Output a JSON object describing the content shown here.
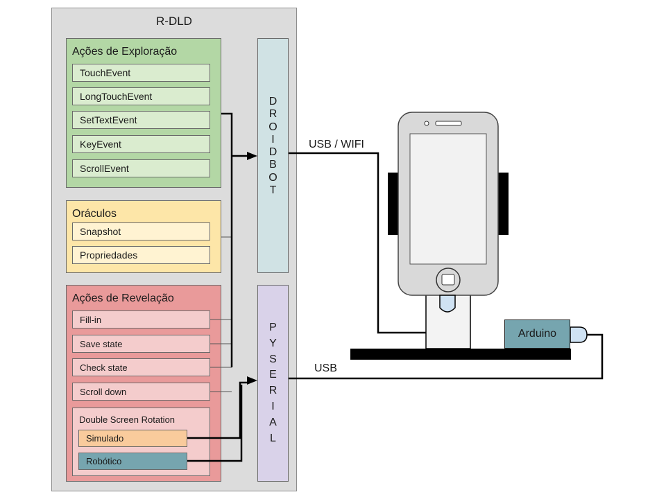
{
  "title": "R-DLD",
  "exploration": {
    "title": "Ações de Exploração",
    "items": [
      "TouchEvent",
      "LongTouchEvent",
      "SetTextEvent",
      "KeyEvent",
      "ScrollEvent"
    ]
  },
  "oracles": {
    "title": "Oráculos",
    "items": [
      "Snapshot",
      "Propriedades"
    ]
  },
  "revelation": {
    "title": "Ações de Revelação",
    "items": [
      "Fill-in",
      "Save state",
      "Check state",
      "Scroll down"
    ],
    "double_rotation": {
      "title": "Double Screen Rotation",
      "simulated": "Simulado",
      "robotic": "Robótico"
    }
  },
  "droidbot": [
    "D",
    "R",
    "O",
    "I",
    "D",
    "B",
    "O",
    "T"
  ],
  "pyserial": [
    "P",
    "Y",
    "S",
    "E",
    "R",
    "I",
    "A",
    "L"
  ],
  "connections": {
    "usb_wifi": "USB / WIFI",
    "usb": "USB"
  },
  "arduino": "Arduino",
  "colors": {
    "exploration": "#b3d7a5",
    "oracles": "#fde6a8",
    "revelation": "#e99a9a",
    "droidbot": "#d0e2e4",
    "pyserial": "#d9d2e9",
    "robotic": "#76a5af",
    "simulated": "#f9cb9c"
  }
}
